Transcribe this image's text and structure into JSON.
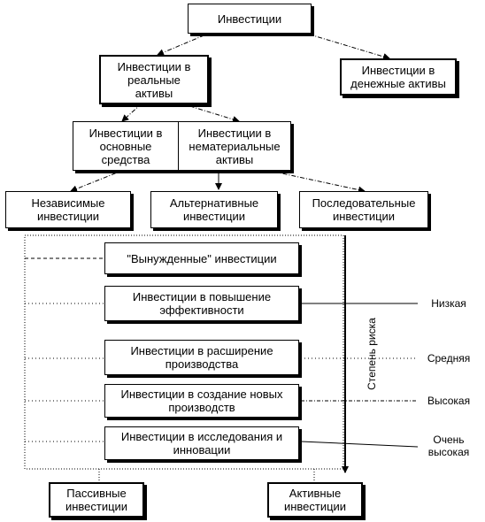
{
  "nodes": {
    "root": "Инвестиции",
    "real": "Инвестиции в\nреальные\nактивы",
    "money": "Инвестиции в\nденежные активы",
    "fixed": "Инвестиции в\nосновные\nсредства",
    "intangible": "Инвестиции в\nнематериальные\nактивы",
    "independent": "Независимые\nинвестиции",
    "alternative": "Альтернативные\nинвестиции",
    "sequential": "Последовательные\nинвестиции",
    "forced": "\"Вынужденные\" инвестиции",
    "efficiency": "Инвестиции в повышение\nэффективности",
    "expansion": "Инвестиции в расширение\nпроизводства",
    "new_production": "Инвестиции в создание новых\nпроизводств",
    "research": "Инвестиции в исследования и\nинновации",
    "passive": "Пассивные\nинвестиции",
    "active": "Активные\nинвестиции"
  },
  "risk": {
    "axis_label": "Степень риска",
    "low": "Низкая",
    "medium": "Средняя",
    "high": "Высокая",
    "very_high": "Очень\nвысокая"
  },
  "colors": {
    "line": "#000000",
    "background": "#ffffff"
  }
}
